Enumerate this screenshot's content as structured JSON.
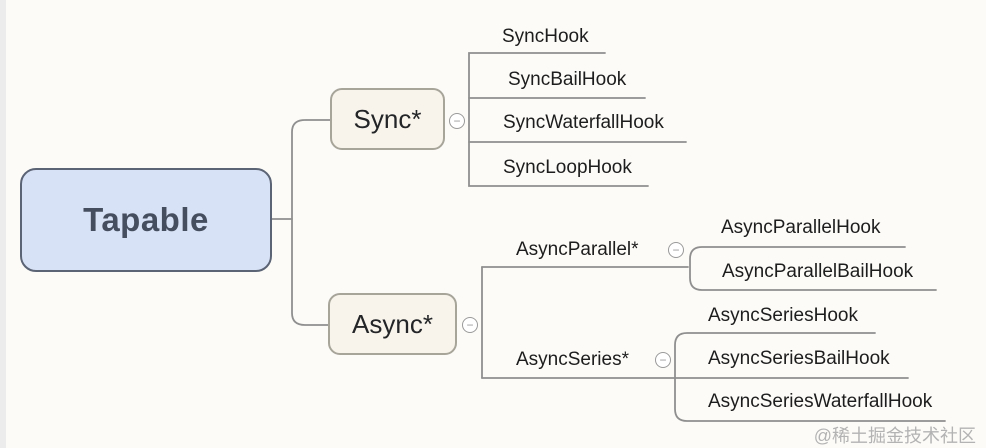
{
  "mindmap": {
    "root": {
      "label": "Tapable"
    },
    "sync": {
      "label": "Sync*",
      "children": [
        {
          "label": "SyncHook"
        },
        {
          "label": "SyncBailHook"
        },
        {
          "label": "SyncWaterfallHook"
        },
        {
          "label": "SyncLoopHook"
        }
      ]
    },
    "async": {
      "label": "Async*",
      "children": [
        {
          "label": "AsyncParallel*",
          "children": [
            {
              "label": "AsyncParallelHook"
            },
            {
              "label": "AsyncParallelBailHook"
            }
          ]
        },
        {
          "label": "AsyncSeries*",
          "children": [
            {
              "label": "AsyncSeriesHook"
            },
            {
              "label": "AsyncSeriesBailHook"
            },
            {
              "label": "AsyncSeriesWaterfallHook"
            }
          ]
        }
      ]
    }
  },
  "icons": {
    "collapse": "−"
  },
  "watermark": {
    "text": "@稀土掘金技术社区"
  },
  "colors": {
    "root_fill": "#d8e2f6",
    "root_border": "#5b6475",
    "branch_fill": "#f8f4ec",
    "branch_border": "#a7a49a",
    "line": "#8f8f8f",
    "text": "#1d1d1d",
    "watermark": "#b3b3b3"
  }
}
